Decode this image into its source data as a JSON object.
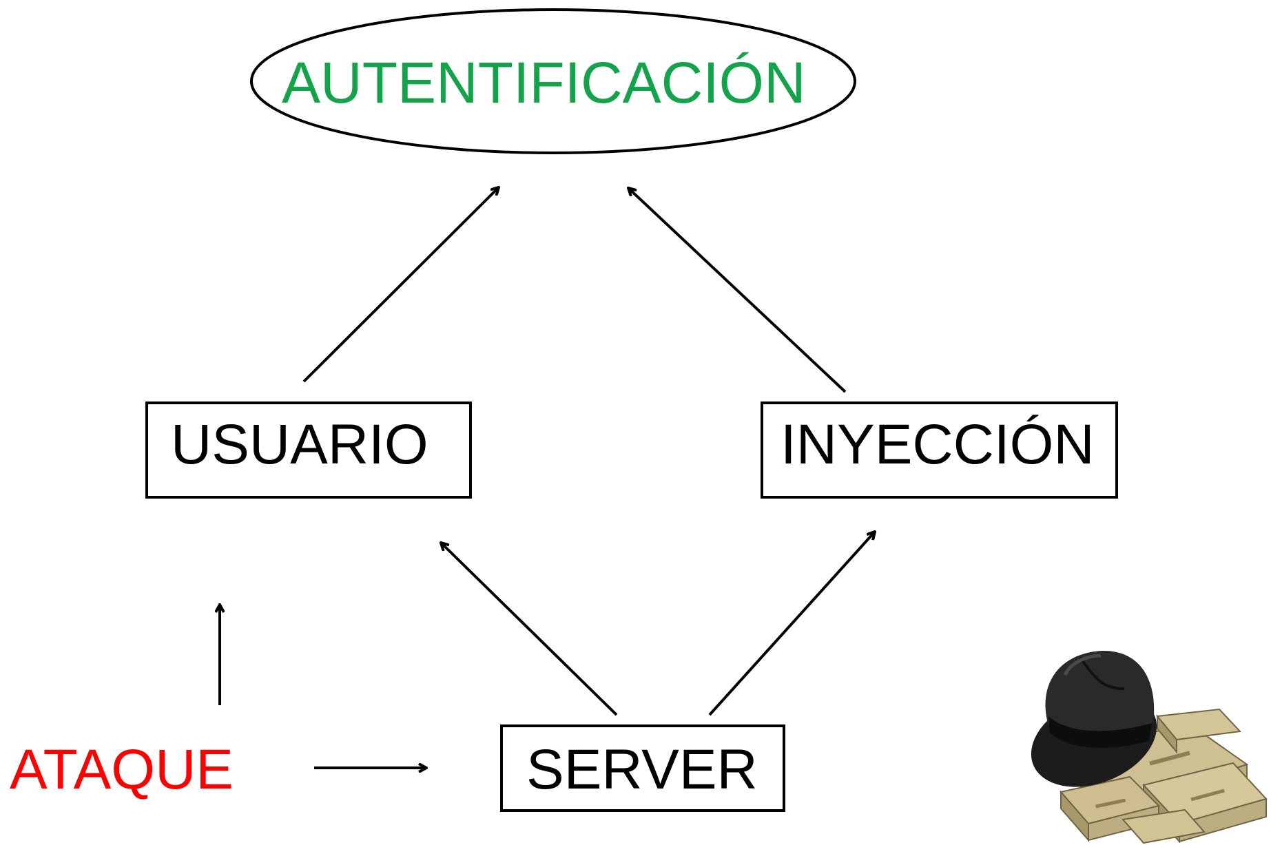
{
  "diagram": {
    "top_node": "AUTENTIFICACIÓN",
    "left_node": "USUARIO",
    "right_node": "INYECCIÓN",
    "bottom_node": "SERVER",
    "attack_label": "ATAQUE",
    "edges": [
      {
        "from": "USUARIO",
        "to": "AUTENTIFICACIÓN"
      },
      {
        "from": "INYECCIÓN",
        "to": "AUTENTIFICACIÓN"
      },
      {
        "from": "SERVER",
        "to": "USUARIO"
      },
      {
        "from": "SERVER",
        "to": "INYECCIÓN"
      },
      {
        "from": "ATAQUE",
        "to": "USUARIO"
      },
      {
        "from": "ATAQUE",
        "to": "SERVER"
      }
    ],
    "image": "hat-and-money-icon"
  },
  "colors": {
    "top_node_text": "#13a34b",
    "attack_text": "#ff0000",
    "node_text": "#000000",
    "lines": "#000000",
    "hat": "#1e1e1e",
    "money": "#c9b98a"
  }
}
